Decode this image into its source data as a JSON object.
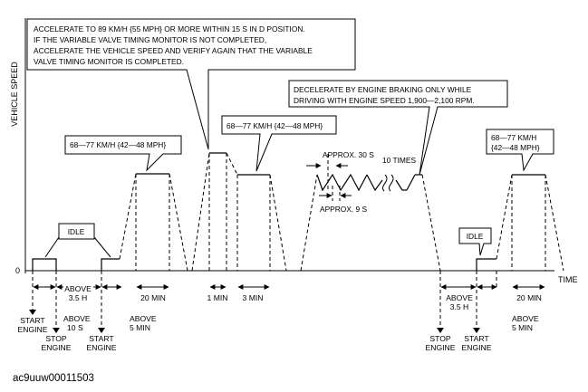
{
  "axis": {
    "y_label": "VEHICLE SPEED",
    "x_label": "TIME",
    "origin": "0"
  },
  "callouts": {
    "top_note": [
      "ACCELERATE TO 89 KM/H {55 MPH} OR MORE WITHIN 15 S IN D POSITION.",
      "IF THE VARIABLE VALVE TIMING MONITOR IS NOT COMPLETED,",
      "ACCELERATE THE VEHICLE SPEED AND VERIFY AGAIN THAT THE VARIABLE",
      "VALVE TIMING MONITOR IS COMPLETED."
    ],
    "decel_note": [
      "DECELERATE BY ENGINE BRAKING ONLY WHILE",
      "DRIVING WITH ENGINE SPEED 1,900—2,100 RPM."
    ],
    "speed_range_a": "68—77 KM/H {42—48 MPH}",
    "speed_range_b": "68—77 KM/H {42—48 MPH}",
    "speed_range_c": [
      "68—77 KM/H",
      "{42—48 MPH}"
    ],
    "idle_a": "IDLE",
    "idle_b": "IDLE"
  },
  "annotations": {
    "approx_30s": "APPROX. 30 S",
    "approx_9s": "APPROX. 9 S",
    "ten_times": "10 TIMES"
  },
  "timeline": {
    "above_3_5h_a": [
      "ABOVE",
      "3.5 H"
    ],
    "above_10s": [
      "ABOVE",
      "10 S"
    ],
    "above_5min_a": [
      "ABOVE",
      "5 MIN"
    ],
    "dur_20min_a": "20 MIN",
    "dur_1min": "1 MIN",
    "dur_3min": "3 MIN",
    "above_3_5h_b": [
      "ABOVE",
      "3.5 H"
    ],
    "above_5min_b": [
      "ABOVE",
      "5 MIN"
    ],
    "dur_20min_b": "20 MIN"
  },
  "events": {
    "start_engine_a": [
      "START",
      "ENGINE"
    ],
    "stop_engine_a": [
      "STOP",
      "ENGINE"
    ],
    "start_engine_b": [
      "START",
      "ENGINE"
    ],
    "stop_engine_b": [
      "STOP",
      "ENGINE"
    ],
    "start_engine_c": [
      "START",
      "ENGINE"
    ]
  },
  "figure_id": "ac9uuw00011503"
}
